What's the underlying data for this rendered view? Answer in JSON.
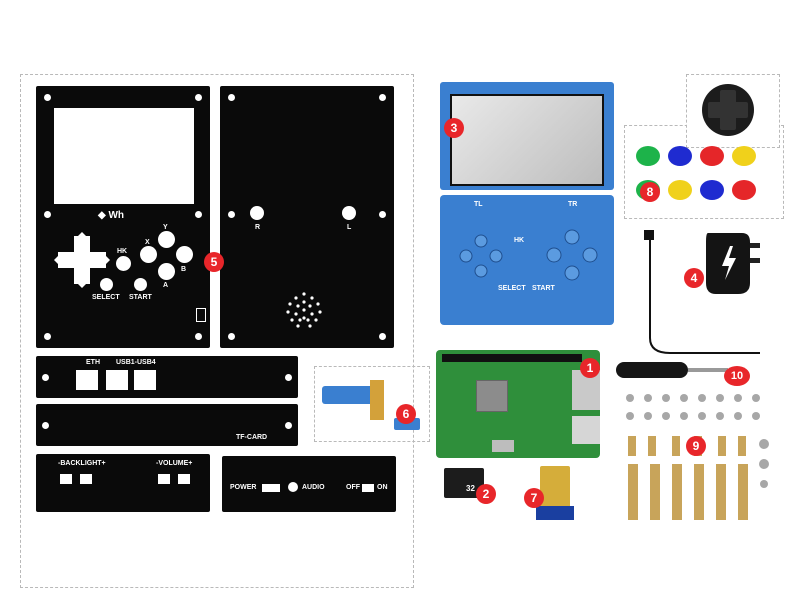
{
  "badges": [
    "1",
    "2",
    "3",
    "4",
    "5",
    "6",
    "7",
    "8",
    "9",
    "10"
  ],
  "front_panel": {
    "logo": "Wh",
    "hk": "HK",
    "x": "X",
    "y": "Y",
    "b": "B",
    "a": "A",
    "select": "SELECT",
    "start": "START"
  },
  "back_panel": {
    "r": "R",
    "l": "L"
  },
  "eth_plate": {
    "eth": "ETH",
    "usb": "USB1-USB4"
  },
  "card_plate": {
    "tf": "TF-CARD"
  },
  "side_plate": {
    "backlight": "-BACKLIGHT+",
    "volume": "-VOLUME+"
  },
  "switch_plate": {
    "power": "POWER",
    "audio": "AUDIO",
    "off": "OFF",
    "on": "ON"
  },
  "sd_card": {
    "capacity": "32"
  },
  "pcb_labels": {
    "hk": "HK",
    "select": "SELECT",
    "start": "START",
    "tl": "TL",
    "tr": "TR"
  },
  "colors": {
    "badge": "#e8262a",
    "acrylic": "#0a0a0a",
    "pcb_blue": "#3a7fd0",
    "rpi_green": "#2f8f3b",
    "caps": [
      "#1db34a",
      "#1f2bd0",
      "#e52629",
      "#f0d11b",
      "#1db34a",
      "#f0d11b",
      "#1f2bd0",
      "#e52629"
    ]
  }
}
